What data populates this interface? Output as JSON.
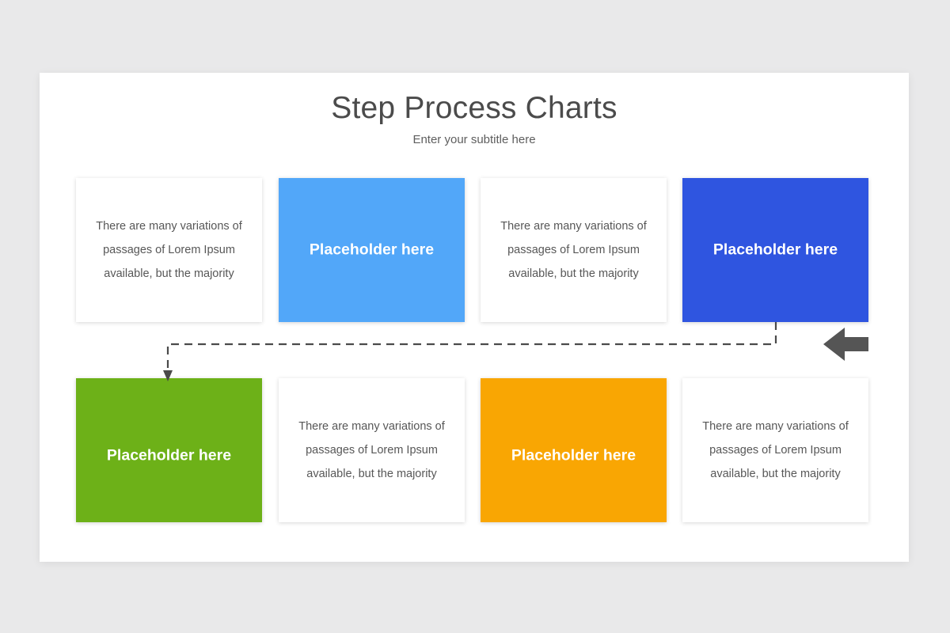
{
  "slide": {
    "title": "Step Process Charts",
    "subtitle": "Enter your subtitle here",
    "background_color": "#ffffff",
    "page_background_color": "#e9e9ea"
  },
  "body_text": "There are many variations of passages of Lorem Ipsum available, but the majority",
  "cards": {
    "top": [
      {
        "type": "text",
        "name": "card-top-1",
        "text": "There are many variations of passages of Lorem Ipsum available, but the majority",
        "background_color": "#ffffff",
        "text_color": "#575757"
      },
      {
        "type": "placeholder",
        "name": "card-top-2",
        "label": "Placeholder here",
        "background_color": "#52a7f9",
        "text_color": "#ffffff"
      },
      {
        "type": "text",
        "name": "card-top-3",
        "text": "There are many variations of passages of Lorem Ipsum available, but the majority",
        "background_color": "#ffffff",
        "text_color": "#575757"
      },
      {
        "type": "placeholder",
        "name": "card-top-4",
        "label": "Placeholder here",
        "background_color": "#2f55e0",
        "text_color": "#ffffff"
      }
    ],
    "bottom": [
      {
        "type": "placeholder",
        "name": "card-bottom-1",
        "label": "Placeholder here",
        "background_color": "#6db118",
        "text_color": "#ffffff"
      },
      {
        "type": "text",
        "name": "card-bottom-2",
        "text": "There are many variations of passages of Lorem Ipsum available, but the majority",
        "background_color": "#ffffff",
        "text_color": "#575757"
      },
      {
        "type": "placeholder",
        "name": "card-bottom-3",
        "label": "Placeholder here",
        "background_color": "#f9a603",
        "text_color": "#ffffff"
      },
      {
        "type": "text",
        "name": "card-bottom-4",
        "text": "There are many variations of passages of Lorem Ipsum available, but the majority",
        "background_color": "#ffffff",
        "text_color": "#575757"
      }
    ]
  },
  "connector": {
    "style": "dashed",
    "color": "#4a4a4a",
    "from": "card-top-4",
    "to": "card-bottom-1",
    "arrow_head": "down"
  },
  "side_arrow": {
    "direction": "left",
    "color": "#555555"
  }
}
